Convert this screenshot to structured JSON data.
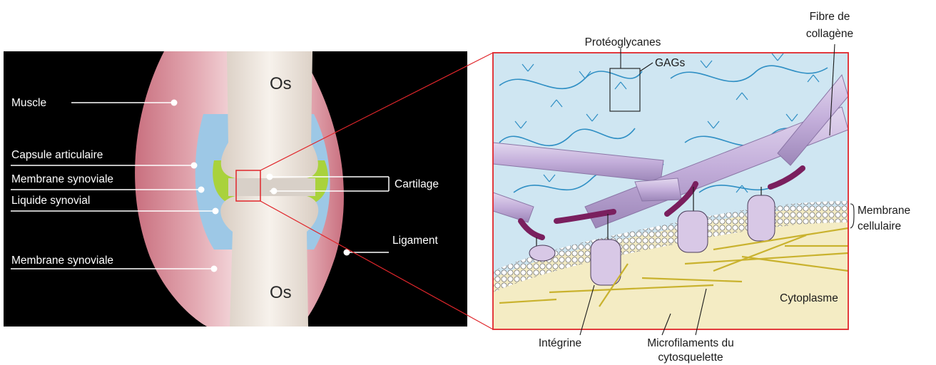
{
  "left_panel": {
    "bone_top": "Os",
    "bone_bottom": "Os",
    "labels": {
      "muscle": "Muscle",
      "capsule": "Capsule articulaire",
      "membrane_top": "Membrane synoviale",
      "liquide": "Liquide synovial",
      "membrane_bottom": "Membrane synoviale",
      "cartilage": "Cartilage",
      "ligament": "Ligament"
    }
  },
  "right_panel": {
    "labels": {
      "fibre_line1": "Fibre de",
      "fibre_line2": "collagène",
      "proteoglycanes": "Protéoglycanes",
      "gags": "GAGs",
      "membrane_line1": "Membrane",
      "membrane_line2": "cellulaire",
      "cytoplasme": "Cytoplasme",
      "integrine": "Intégrine",
      "microfilaments_line1": "Microfilaments du",
      "microfilaments_line2": "cytosquelette"
    }
  },
  "colors": {
    "zoom_frame": "#e0262b",
    "ecm_background": "#cfe6f2",
    "cytoplasm": "#f4ecc4",
    "collagen": "#c9b6dc",
    "gag_branches": "#2f8fc4",
    "integrin": "#d8c8e6",
    "ligand": "#7a1f5e",
    "microfilament": "#c9b22e",
    "muscle": "#d98f9d",
    "cartilage": "#a9d23c",
    "bone": "#efe7df"
  }
}
